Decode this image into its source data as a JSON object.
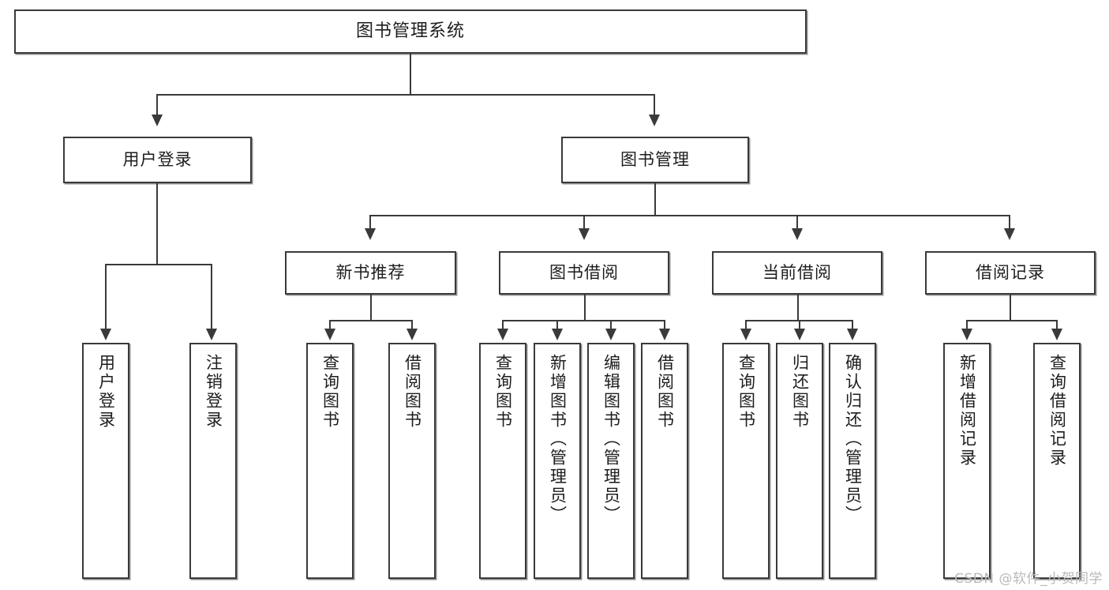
{
  "diagram": {
    "title": "图书管理系统",
    "type": "tree-hierarchy-chart",
    "background_color": "#ffffff",
    "line_color": "#3a3a3a",
    "box_fill": "#ffffff"
  },
  "nodes": {
    "root": {
      "label": "图书管理系统"
    },
    "level1": [
      {
        "label": "用户登录"
      },
      {
        "label": "图书管理"
      }
    ],
    "level2": [
      {
        "label": "新书推荐"
      },
      {
        "label": "图书借阅"
      },
      {
        "label": "当前借阅"
      },
      {
        "label": "借阅记录"
      }
    ],
    "leaves": {
      "user_login": [
        {
          "label": "用户登录"
        },
        {
          "label": "注销登录"
        }
      ],
      "new_book_recommend": [
        {
          "label": "查询图书"
        },
        {
          "label": "借阅图书"
        }
      ],
      "book_borrow": [
        {
          "label": "查询图书"
        },
        {
          "label": "新增图书（管理员）"
        },
        {
          "label": "编辑图书（管理员）"
        },
        {
          "label": "借阅图书"
        }
      ],
      "current_borrow": [
        {
          "label": "查询图书"
        },
        {
          "label": "归还图书"
        },
        {
          "label": "确认归还（管理员）"
        }
      ],
      "borrow_record": [
        {
          "label": "新增借阅记录"
        },
        {
          "label": "查询借阅记录"
        }
      ]
    }
  },
  "watermark": {
    "text": "CSDN @软件_小贺同学",
    "color": "#b9b9b9"
  }
}
